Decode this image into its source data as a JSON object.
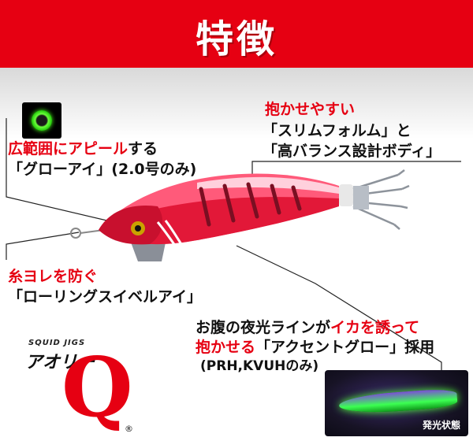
{
  "header": {
    "title": "特徴",
    "bg_color": "#e60012",
    "text_color": "#ffffff"
  },
  "callouts": {
    "glow_eye": {
      "line1_red": "広範囲にアピール",
      "line1_black": "する",
      "line2": "「グローアイ」(2.0号のみ)"
    },
    "slim_form": {
      "line1": "抱かせやすい",
      "line2": "「スリムフォルム」と",
      "line3": "「高バランス設計ボディ」"
    },
    "swivel_eye": {
      "line1_red": "糸ヨレを防ぐ",
      "line2": "「ローリングスイベルアイ」"
    },
    "accent_glow": {
      "line1_black": "お腹の夜光ラインが",
      "line1_red": "イカを誘って",
      "line2_red": "抱かせる",
      "line2_black": "「アクセントグロー」採用",
      "line3": "(PRH,KVUHのみ)"
    }
  },
  "logo": {
    "small": "SQUID JIGS",
    "main": "アオリー",
    "letter": "Q",
    "registered": "®"
  },
  "glow_photo": {
    "caption": "発光状態"
  },
  "colors": {
    "accent": "#e60012",
    "glow": "#3cff52",
    "jig_body": "#ff2e5a"
  },
  "icons": [
    "glow-eye-icon",
    "squid-jig-image",
    "glow-state-image",
    "aori-q-logo"
  ]
}
